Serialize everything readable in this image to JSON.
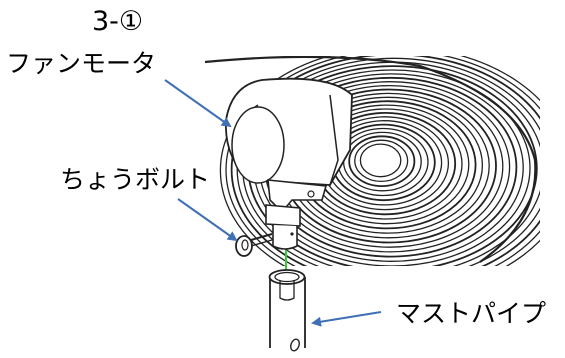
{
  "step_label": "3-①",
  "labels": {
    "fan_motor": "ファンモータ",
    "wing_bolt": "ちょうボルト",
    "mast_pipe": "マストパイプ"
  },
  "colors": {
    "arrow": "#3f6fb5",
    "guide_line": "#33cc33",
    "line": "#222222"
  },
  "icons": [
    "fan-guard-icon",
    "fan-motor-icon",
    "wing-bolt-icon",
    "mast-pipe-icon"
  ]
}
